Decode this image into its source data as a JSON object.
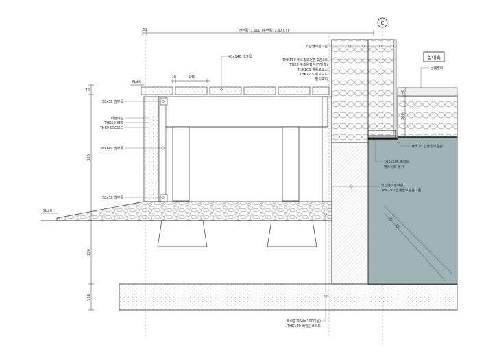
{
  "title_dims": {
    "main": "전면폭: 1,000 (추면폭: 1,577.5)",
    "axis_marker": "C"
  },
  "room_label": "실내측",
  "top_labels": {
    "deck": "40x140 데크목",
    "layer1": "외단열미장마감",
    "layer2": "THK150 비드법보온판 1종3호",
    "layer3": "THK9 구조용합판(기밀층)",
    "layer4": "THK105 셀룰로오스",
    "layer5": "THK12.5 석고보드",
    "layer6": "필지벽지",
    "right_top": "굽레빙이"
  },
  "left_labels": {
    "joist_top": "38x38 방부목",
    "finish1": "미장마감",
    "finish2": "THK50 XPS",
    "finish3": "THK9 CRC보드",
    "joist_mid": "38x140 방부목",
    "joist_bottom": "38x38 방부목"
  },
  "right_labels": {
    "insul_band": "THK20 압출법보온판",
    "timber1": "105x105 토대목",
    "timber2": "방수시트 꽂기",
    "found1": "외단열미장마감",
    "found2": "THK150 압출법보온판 1종"
  },
  "bottom_labels": {
    "line1": "쇄석깔기(W=300이상)",
    "line2": "THK100 버림콘크리트"
  },
  "dims": {
    "fl": "FL±0",
    "gl": "GL±0",
    "d40a": "40",
    "d40b": "40",
    "d10": "10",
    "d140": "140",
    "d500": "500",
    "d200": "200",
    "d100": "100",
    "d_right": "200",
    "d_right_top": "40",
    "d30": "30"
  }
}
